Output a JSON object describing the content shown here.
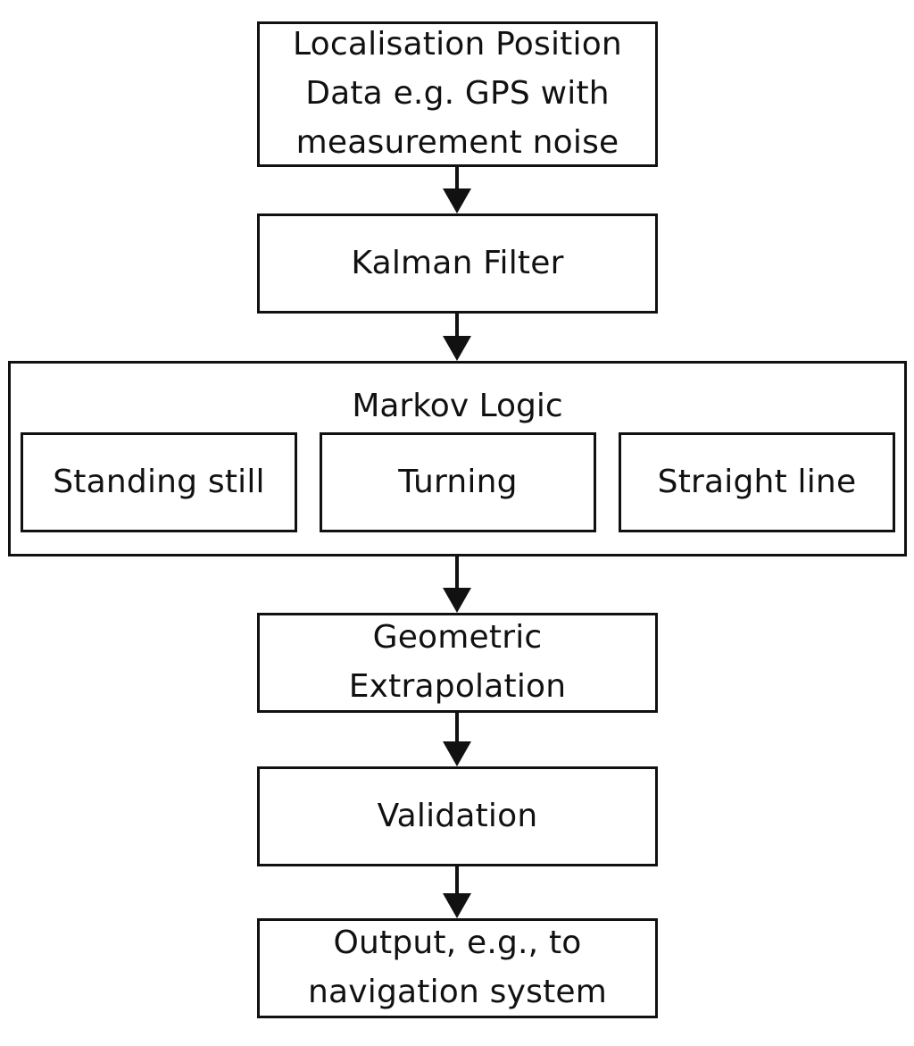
{
  "nodes": {
    "localisation": "Localisation Position\nData e.g. GPS with\nmeasurement noise",
    "kalman": "Kalman Filter",
    "markov": {
      "title": "Markov Logic",
      "states": [
        "Standing still",
        "Turning",
        "Straight line"
      ]
    },
    "geometric": "Geometric\nExtrapolation",
    "validation": "Validation",
    "output": "Output, e.g., to\nnavigation system"
  }
}
